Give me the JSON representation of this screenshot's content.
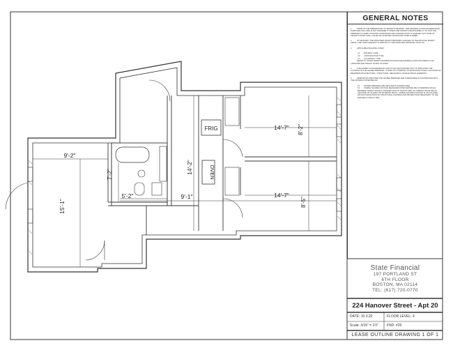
{
  "notes": {
    "title": "GENERAL NOTES",
    "items": [
      {
        "num": "1.",
        "text": "PRIOR TO THE PREPARATION OF TENANT'S DRAWING, THIS DRAWING IS FOR INFORMATIONAL PURPOSES ONLY AND IS NOT INTENDED TO PRECLUDE TENANT'S RESPONSIBILITY TO VISIT THE PREMISES TO VERIFY EXISTING CONDITIONS AND CONSTRUCTION TO ENSURE THAT NONE OF TENANT'S WORK SHALL CAUSE ANY EXISTING CONDITIONS TO BE ALTERED."
      },
      {
        "num": "2.",
        "text": "IN THE EVENT THE PROPOSED TENANT REQUIRES CHANGES TO THE EXISTING TENANT SPACE, THEY MUST REQUEST IN WRITING TO THE LANDLORD APPROVAL TO DO SO."
      },
      {
        "num": "3.",
        "text": "APPLICABLE BUILDING CODES:"
      },
      {
        "num": "3.1",
        "text": "BUILDING CODE",
        "sub": true
      },
      {
        "num": "3.2",
        "text": "CONSTRUCTION TYPE:",
        "sub": true
      },
      {
        "num": "3.3",
        "text": "OCCUPANCY TYPE:",
        "sub": true
      },
      {
        "num": "",
        "text": "REFER TO OTHER TENANT INFORMATION PACKAGE MATERIALS AND DOCUMENTS FOR LANDLORD AND TENANT SCOPE OF WORK."
      },
      {
        "num": "4.",
        "text": "THIS EXHIBIT IS DIAGRAMMATIC AND IS FOR THE PURPOSE ONLY OF INDICATING THE LOCATION OF THE LEASED PREMISES. IT DOES NOT PURPORT TO SHOW EXACT FINAL LOCATIONS OF REQUIRED ARCHITECTURAL, STRUCTURAL, MECHANICAL OR ELECTRICAL ELEMENTS."
      },
      {
        "num": "5.",
        "text": "DIMENSIONS INDICATED FOR LEASED PREMISES ARE IN MEASURED IN ACCORDANCE WITH THE CRITERIA STATED BELOW:"
      },
      {
        "num": "5.1",
        "text": "LEASED PREMISES ARE DENOTED IN SHADED AREA.",
        "sub": true
      },
      {
        "num": "5.2",
        "text": "USABLE SQUARE FOOTAGE MEASURED FROM CENTERLINE OF DEMISING WALLS BETWEEN TENANT SPACES, FINISHED FACE OF TENANT SIDE OF COMMON SPACE WALLS, AND FACE OF GLAZING ON EXTERIOR WALLS. USABLE SQUARE FOOTAGE IS CALCULATED WITHOUT EXCLUSION OF STRUCTURAL COLUMNS AND PROJECTIONS NECESSARY TO THE BUILDING'S STRUCTURE.",
        "sub": true
      }
    ]
  },
  "firm": {
    "name": "State Financial",
    "address1": "197 PORTLAND ST",
    "address2": "6TH FLOOR",
    "address3": "BOSTON, MA 02114",
    "phone": "TEL: (617) 720-0770"
  },
  "project": {
    "title": "224 Hanover Street - Apt 20",
    "date": "DATE: 10.3.20",
    "floor": "FLOOR LEVEL: 4",
    "scale": "Scale: 3/16\" = 1'0\"",
    "fnd": "FND: #20"
  },
  "footer": "LEASE OUTLINE DRAWING 1 OF 1",
  "plan": {
    "labels": {
      "frig": "FRIG",
      "oven": "OVEN"
    },
    "dims": {
      "d1": "14'-7\"",
      "d2": "8'-2\"",
      "d3": "9'-2\"",
      "d4": "7'-2\"",
      "d5": "14'-2\"",
      "d6": "15'-1\"",
      "d7": "5'-2\"",
      "d8": "9'-1\"",
      "d9": "14'-7\"",
      "d10": "8'-5\""
    }
  }
}
